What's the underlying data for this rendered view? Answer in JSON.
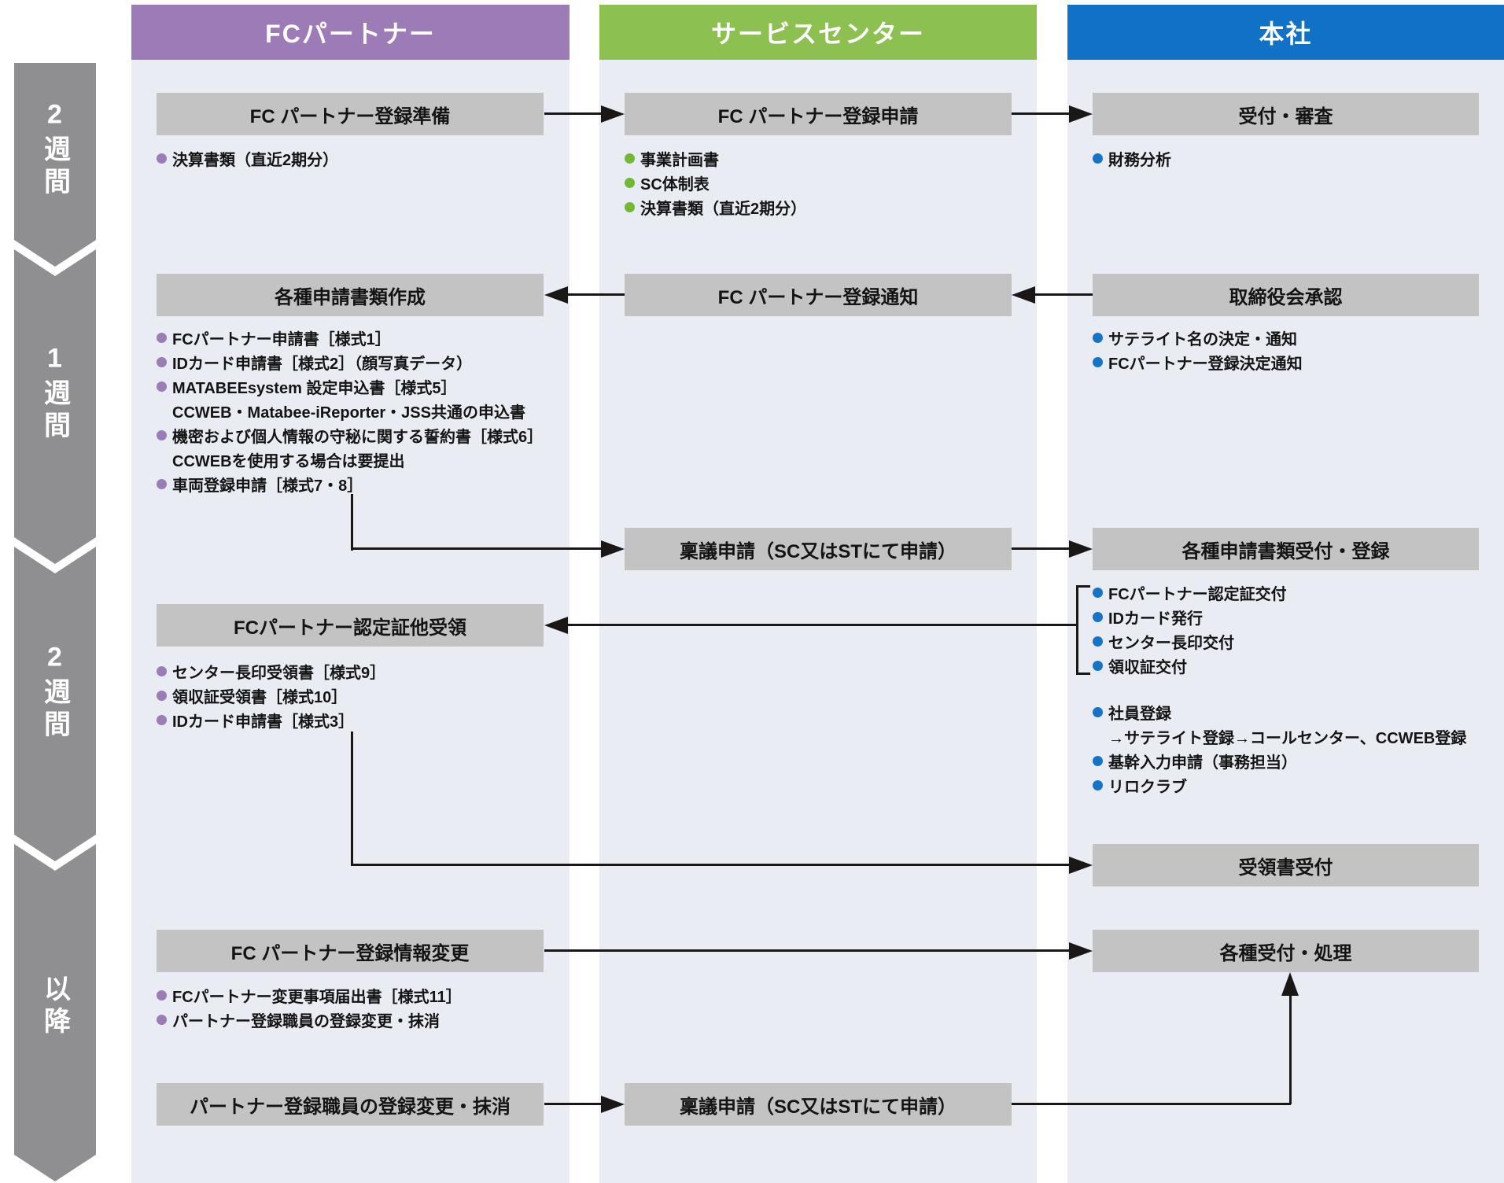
{
  "colors": {
    "fc_header_bg": "#9c7bb6",
    "sc_header_bg": "#8cc152",
    "ho_header_bg": "#1171c6",
    "column_bg": "#e9ecf3",
    "box_bg": "#c3c3c4",
    "timeline_bg": "#8f8f91",
    "fc_bullet": "#9c7bb6",
    "sc_bullet": "#72b834",
    "ho_bullet": "#1674c8",
    "arrow_color": "#1c1717",
    "text_dark": "#141414"
  },
  "timeline": {
    "segments": [
      "2週間",
      "1週間",
      "2週間",
      "以降"
    ]
  },
  "fc": {
    "header": "FCパートナー",
    "boxes": {
      "prep": "FC パートナー登録準備",
      "create_docs": "各種申請書類作成",
      "receive_cert": "FCパートナー認定証他受領",
      "change_info": "FC パートナー登録情報変更",
      "staff_change": "パートナー登録職員の登録変更・抹消"
    },
    "prep_items": [
      "決算書類（直近2期分）"
    ],
    "create_docs_items": [
      {
        "text": "FCパートナー申請書［様式1］"
      },
      {
        "text": "IDカード申請書［様式2］（顔写真データ）"
      },
      {
        "text": "MATABEEsystem 設定申込書［様式5］"
      },
      {
        "text": "CCWEB・Matabee-iReporter・JSS共通の申込書",
        "sub": true
      },
      {
        "text": "機密および個人情報の守秘に関する誓約書［様式6］"
      },
      {
        "text": "CCWEBを使用する場合は要提出",
        "sub": true
      },
      {
        "text": "車両登録申請［様式7・8］"
      }
    ],
    "receive_cert_items": [
      "センター長印受領書［様式9］",
      "領収証受領書［様式10］",
      "IDカード申請書［様式3］"
    ],
    "change_info_items": [
      "FCパートナー変更事項届出書［様式11］",
      "パートナー登録職員の登録変更・抹消"
    ]
  },
  "sc": {
    "header": "サービスセンター",
    "boxes": {
      "apply": "FC パートナー登録申請",
      "notify": "FC パートナー登録通知",
      "ringi_1": "稟議申請（SC又はSTにて申請）",
      "ringi_2": "稟議申請（SC又はSTにて申請）"
    },
    "apply_items": [
      "事業計画書",
      "SC体制表",
      "決算書類（直近2期分）"
    ]
  },
  "ho": {
    "header": "本社",
    "boxes": {
      "review": "受付・審査",
      "board": "取締役会承認",
      "register": "各種申請書類受付・登録",
      "receipt": "受領書受付",
      "process": "各種受付・処理"
    },
    "review_items": [
      "財務分析"
    ],
    "board_items": [
      "サテライト名の決定・通知",
      "FCパートナー登録決定通知"
    ],
    "cert_issue_items": [
      "FCパートナー認定証交付",
      "IDカード発行",
      "センター長印交付",
      "領収証交付"
    ],
    "register_items": [
      {
        "text": "社員登録"
      },
      {
        "text": "→サテライト登録→コールセンター、CCWEB登録",
        "sub": true
      },
      {
        "text": "基幹入力申請（事務担当）"
      },
      {
        "text": "リロクラブ"
      }
    ]
  }
}
